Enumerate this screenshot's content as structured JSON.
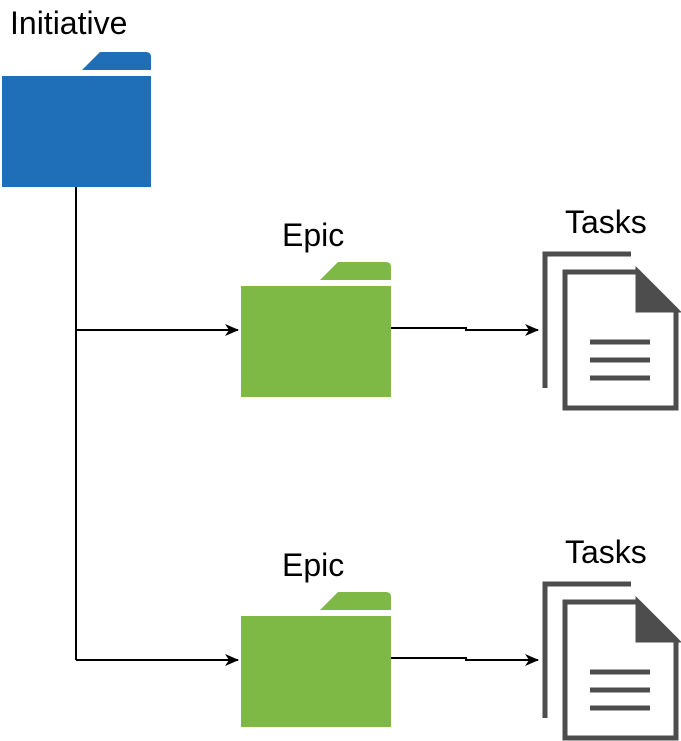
{
  "colors": {
    "initiative_folder": "#1f6eb8",
    "epic_folder": "#7db944",
    "document": "#4d4d4d",
    "connector": "#000000"
  },
  "nodes": {
    "initiative": {
      "label": "Initiative",
      "icon": "folder-icon"
    },
    "epics": [
      {
        "label": "Epic",
        "icon": "folder-icon"
      },
      {
        "label": "Epic",
        "icon": "folder-icon"
      }
    ],
    "tasks": [
      {
        "label": "Tasks",
        "icon": "documents-icon"
      },
      {
        "label": "Tasks",
        "icon": "documents-icon"
      }
    ]
  }
}
